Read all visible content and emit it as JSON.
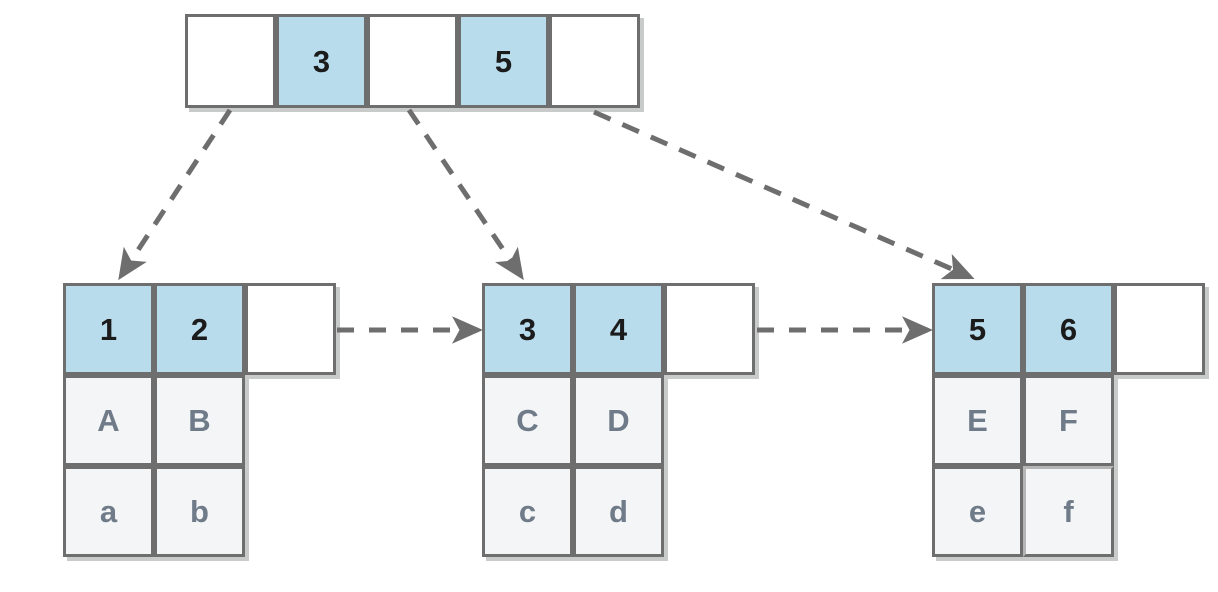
{
  "diagram": {
    "type": "bplus-tree-structure",
    "colors": {
      "key_cell_fill": "#b9dcec",
      "empty_cell_fill": "#ffffff",
      "data_cell_fill": "#f4f5f6",
      "border": "#6e6e6e",
      "shadow": "#c9cbcb",
      "key_text": "#1b1b1b",
      "data_text": "#6f7b89",
      "arrow": "#6e6e6e",
      "background": "#ffffff"
    },
    "root": {
      "name": "root-node",
      "slot_count": 5,
      "cells": [
        {
          "label": "",
          "style": "empty"
        },
        {
          "label": "3",
          "style": "blue"
        },
        {
          "label": "",
          "style": "empty"
        },
        {
          "label": "5",
          "style": "blue"
        },
        {
          "label": "",
          "style": "empty"
        }
      ]
    },
    "leaves": [
      {
        "name": "leaf-node-1",
        "keys": [
          {
            "label": "1",
            "style": "blue"
          },
          {
            "label": "2",
            "style": "blue"
          },
          {
            "label": "",
            "style": "empty"
          }
        ],
        "rows": [
          [
            {
              "label": "A"
            },
            {
              "label": "B"
            }
          ],
          [
            {
              "label": "a"
            },
            {
              "label": "b"
            }
          ]
        ]
      },
      {
        "name": "leaf-node-2",
        "keys": [
          {
            "label": "3",
            "style": "blue"
          },
          {
            "label": "4",
            "style": "blue"
          },
          {
            "label": "",
            "style": "empty"
          }
        ],
        "rows": [
          [
            {
              "label": "C"
            },
            {
              "label": "D"
            }
          ],
          [
            {
              "label": "c"
            },
            {
              "label": "d"
            }
          ]
        ]
      },
      {
        "name": "leaf-node-3",
        "keys": [
          {
            "label": "5",
            "style": "blue"
          },
          {
            "label": "6",
            "style": "blue"
          },
          {
            "label": "",
            "style": "empty"
          }
        ],
        "rows": [
          [
            {
              "label": "E"
            },
            {
              "label": "F"
            }
          ],
          [
            {
              "label": "e"
            },
            {
              "label": "f"
            }
          ]
        ]
      }
    ],
    "edges": [
      {
        "name": "root-to-leaf-1-pointer",
        "kind": "dashed-arrow",
        "from": "root.slot1",
        "to": "leaf-node-1"
      },
      {
        "name": "root-to-leaf-2-pointer",
        "kind": "dashed-arrow",
        "from": "root.slot3",
        "to": "leaf-node-2"
      },
      {
        "name": "root-to-leaf-3-pointer",
        "kind": "dashed-arrow",
        "from": "root.slot5",
        "to": "leaf-node-3"
      },
      {
        "name": "leaf-1-to-leaf-2-sibling",
        "kind": "dashed-arrow",
        "from": "leaf-node-1",
        "to": "leaf-node-2"
      },
      {
        "name": "leaf-2-to-leaf-3-sibling",
        "kind": "dashed-arrow",
        "from": "leaf-node-2",
        "to": "leaf-node-3"
      }
    ]
  }
}
